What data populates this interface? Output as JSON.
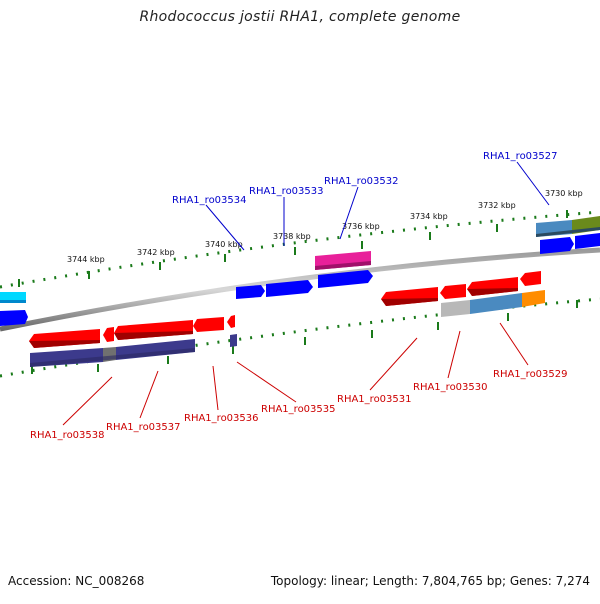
{
  "title": "Rhodococcus jostii RHA1, complete genome",
  "footer": {
    "accession": "Accession: NC_008268",
    "summary": "Topology: linear; Length: 7,804,765 bp; Genes: 7,274"
  },
  "ruler_labels": [
    "3744 kbp",
    "3742 kbp",
    "3740 kbp",
    "3738 kbp",
    "3736 kbp",
    "3734 kbp",
    "3732 kbp",
    "3730 kbp"
  ],
  "forward_genes": [
    "RHA1_ro03534",
    "RHA1_ro03533",
    "RHA1_ro03532",
    "RHA1_ro03527"
  ],
  "reverse_genes": [
    "RHA1_ro03538",
    "RHA1_ro03537",
    "RHA1_ro03536",
    "RHA1_ro03535",
    "RHA1_ro03531",
    "RHA1_ro03530",
    "RHA1_ro03529"
  ],
  "colors": {
    "forward_label": "#0000cc",
    "reverse_label": "#cc0000",
    "gene_red": "#ff0000",
    "gene_blue": "#0000ff",
    "gene_magenta": "#e8209a",
    "domain_purple": "#3c3a8c",
    "domain_steelblue": "#4a8ac0",
    "domain_olive": "#6a8a1c",
    "domain_orange": "#ff8c00",
    "domain_cyan": "#00d8ff",
    "axis": "#777777",
    "tick": "#1a7a1a"
  }
}
